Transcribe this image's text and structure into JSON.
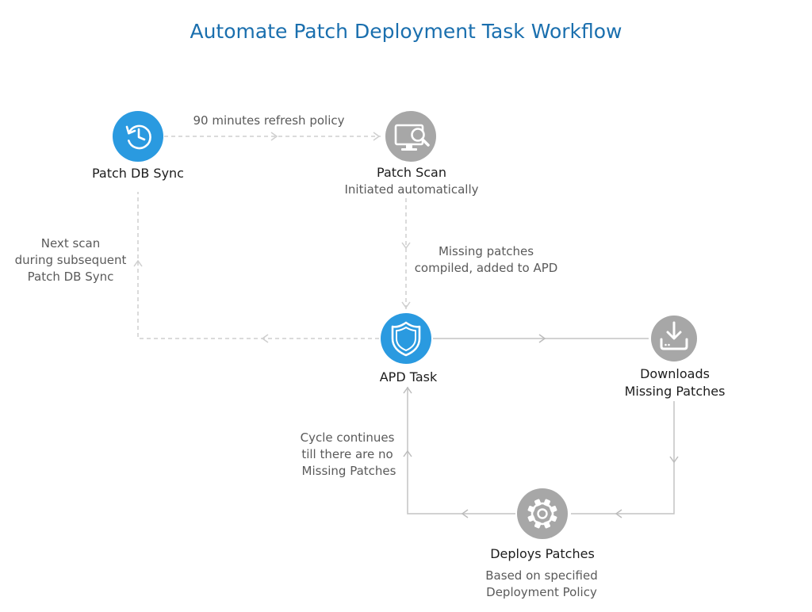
{
  "title": "Automate Patch Deployment Task Workflow",
  "colors": {
    "title": "#1a6fae",
    "primary_node": "#2a9ae0",
    "secondary_node": "#a7a7a7",
    "connector": "#cfcfcf"
  },
  "nodes": {
    "patch_db_sync": {
      "title": "Patch DB Sync",
      "icon": "history-clock-icon"
    },
    "patch_scan": {
      "title": "Patch Scan",
      "subtitle": "Initiated automatically",
      "icon": "monitor-search-icon"
    },
    "apd_task": {
      "title": "APD Task",
      "icon": "shield-icon"
    },
    "downloads": {
      "title_line1": "Downloads",
      "title_line2": "Missing Patches",
      "icon": "download-tray-icon"
    },
    "deploys": {
      "title": "Deploys Patches",
      "subtitle_line1": "Based on specified",
      "subtitle_line2": "Deployment Policy",
      "icon": "gear-icon"
    }
  },
  "edge_labels": {
    "refresh": "90 minutes refresh policy",
    "missing_line1": "Missing patches",
    "missing_line2": "compiled, added to APD",
    "next_scan_line1": "Next scan",
    "next_scan_line2": "during subsequent",
    "next_scan_line3": "Patch DB Sync",
    "cycle_line1": "Cycle continues",
    "cycle_line2": "till there are no",
    "cycle_line3": "Missing Patches"
  }
}
